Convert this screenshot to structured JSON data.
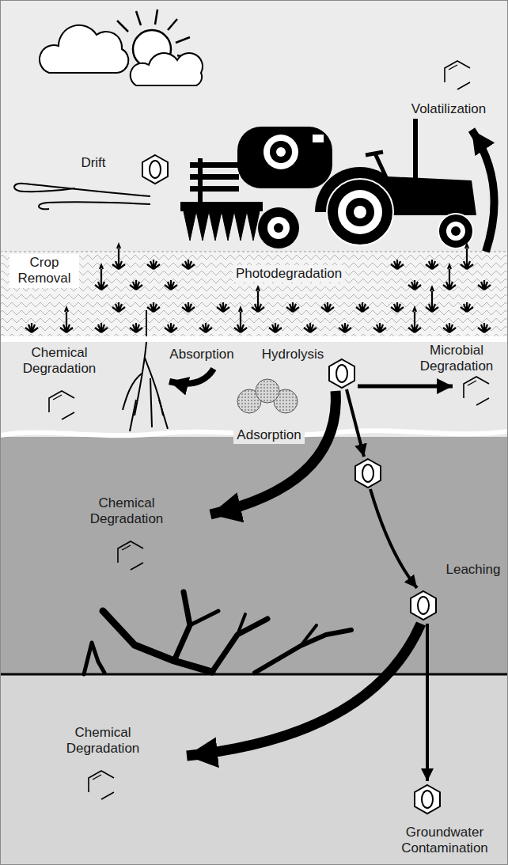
{
  "diagram": {
    "labels": [
      "Volatilization",
      "Drift",
      "Crop Removal",
      "Photodegradation",
      "Chemical Degradation",
      "Absorption",
      "Hydrolysis",
      "Microbial Degradation",
      "Adsorption",
      "Chemical Degradation",
      "Leaching",
      "Chemical Degradation",
      "Groundwater Contamination"
    ]
  }
}
